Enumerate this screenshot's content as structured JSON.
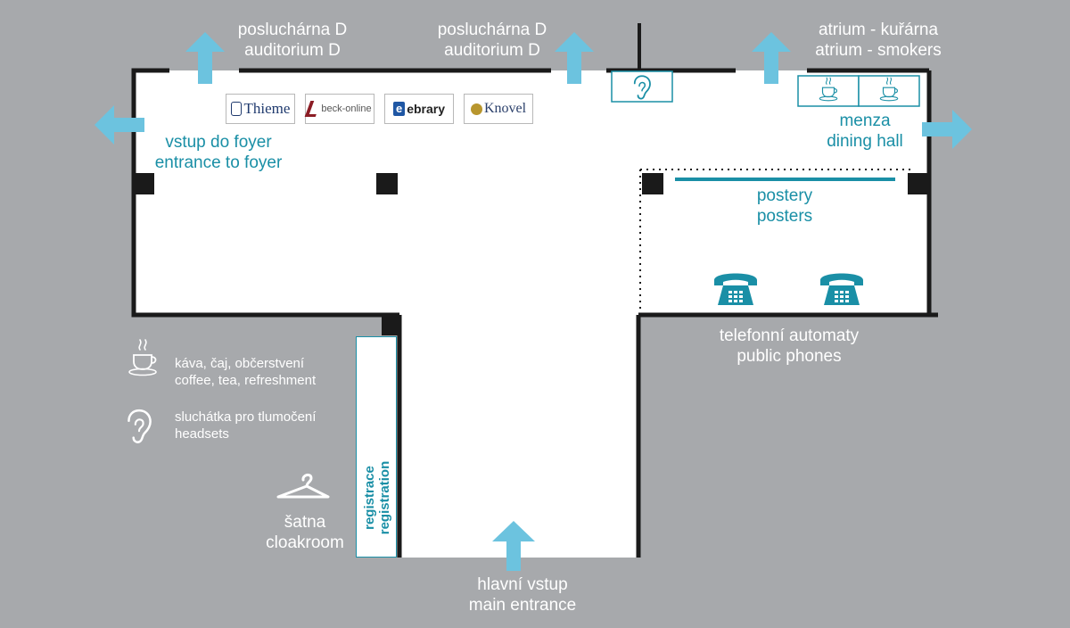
{
  "colors": {
    "background": "#a7a9ac",
    "floor": "#ffffff",
    "wall": "#1a1a1a",
    "accent": "#1a8fa6",
    "arrow": "#6cc3df"
  },
  "labels": {
    "auditorium_left": {
      "line1": "posluchárna D",
      "line2": "auditorium D"
    },
    "auditorium_right": {
      "line1": "posluchárna D",
      "line2": "auditorium D"
    },
    "atrium": {
      "line1": "atrium - kuřárna",
      "line2": "atrium - smokers"
    },
    "foyer": {
      "line1": "vstup do foyer",
      "line2": "entrance to foyer"
    },
    "dining": {
      "line1": "menza",
      "line2": "dining hall"
    },
    "posters": {
      "line1": "postery",
      "line2": "posters"
    },
    "phones": {
      "line1": "telefonní automaty",
      "line2": "public phones"
    },
    "main_entrance": {
      "line1": "hlavní vstup",
      "line2": "main entrance"
    },
    "cloakroom": {
      "line1": "šatna",
      "line2": "cloakroom"
    },
    "registration": {
      "line1": "registrace",
      "line2": "registration"
    }
  },
  "legend": {
    "coffee": {
      "line1": "káva, čaj, občerstvení",
      "line2": "coffee, tea, refreshment",
      "icon": "coffee-cup-icon"
    },
    "headsets": {
      "line1": "sluchátka pro tlumočení",
      "line2": "headsets",
      "icon": "ear-icon"
    },
    "cloakroom_icon": "hanger-icon"
  },
  "sponsors": [
    {
      "name": "Thieme"
    },
    {
      "name": "beck-online"
    },
    {
      "name": "ebrary"
    },
    {
      "name": "Knovel"
    }
  ]
}
